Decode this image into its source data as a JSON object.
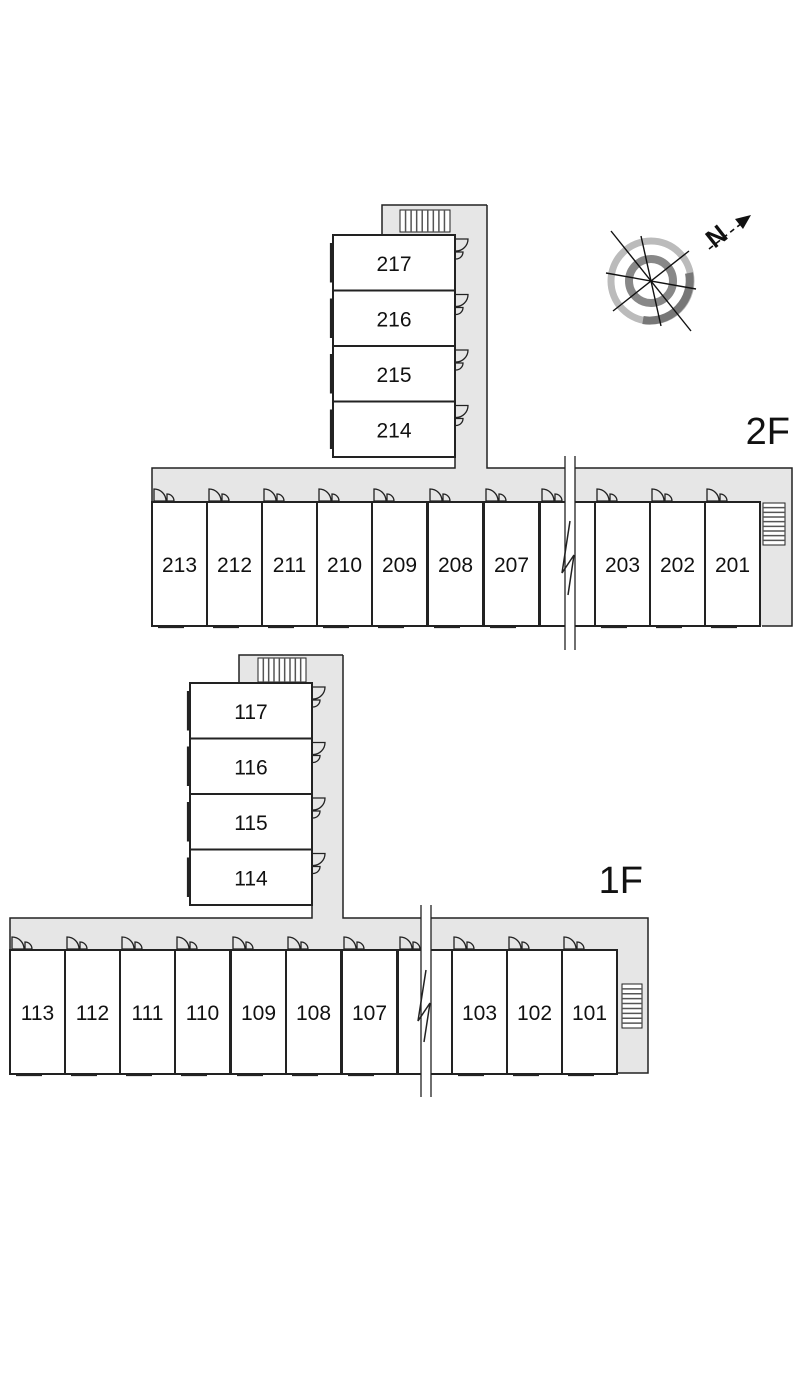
{
  "compass": {
    "north_letter": "N",
    "icon": "compass-rose-icon"
  },
  "colors": {
    "corridor": "#e6e6e6",
    "wall": "#222222",
    "stairs": "#555555"
  },
  "floors": [
    {
      "id": "2F",
      "label": "2F",
      "wing_units": [
        "217",
        "216",
        "215",
        "214"
      ],
      "row_units": [
        "213",
        "212",
        "211",
        "210",
        "209",
        "208",
        "207",
        "203",
        "202",
        "201"
      ]
    },
    {
      "id": "1F",
      "label": "1F",
      "wing_units": [
        "117",
        "116",
        "115",
        "114"
      ],
      "row_units": [
        "113",
        "112",
        "111",
        "110",
        "109",
        "108",
        "107",
        "103",
        "102",
        "101"
      ]
    }
  ]
}
